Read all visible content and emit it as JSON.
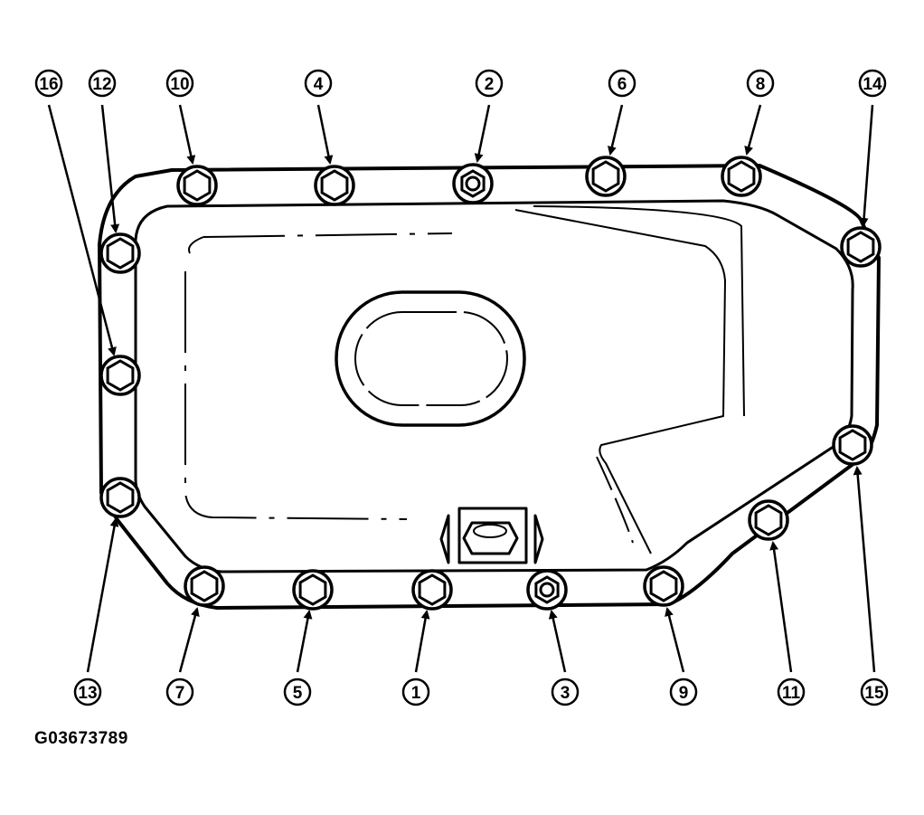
{
  "figure_id": "G03673789",
  "colors": {
    "line": "#000000",
    "background": "#ffffff"
  },
  "bolts": [
    {
      "num": "1",
      "type": "hex-bolt"
    },
    {
      "num": "2",
      "type": "flange-nut"
    },
    {
      "num": "3",
      "type": "flange-nut"
    },
    {
      "num": "4",
      "type": "hex-bolt"
    },
    {
      "num": "5",
      "type": "hex-bolt"
    },
    {
      "num": "6",
      "type": "hex-bolt"
    },
    {
      "num": "7",
      "type": "hex-bolt"
    },
    {
      "num": "8",
      "type": "hex-bolt"
    },
    {
      "num": "9",
      "type": "hex-bolt"
    },
    {
      "num": "10",
      "type": "hex-bolt"
    },
    {
      "num": "11",
      "type": "hex-bolt"
    },
    {
      "num": "12",
      "type": "hex-bolt"
    },
    {
      "num": "13",
      "type": "hex-bolt"
    },
    {
      "num": "14",
      "type": "hex-bolt"
    },
    {
      "num": "15",
      "type": "hex-bolt"
    },
    {
      "num": "16",
      "type": "hex-bolt"
    }
  ]
}
